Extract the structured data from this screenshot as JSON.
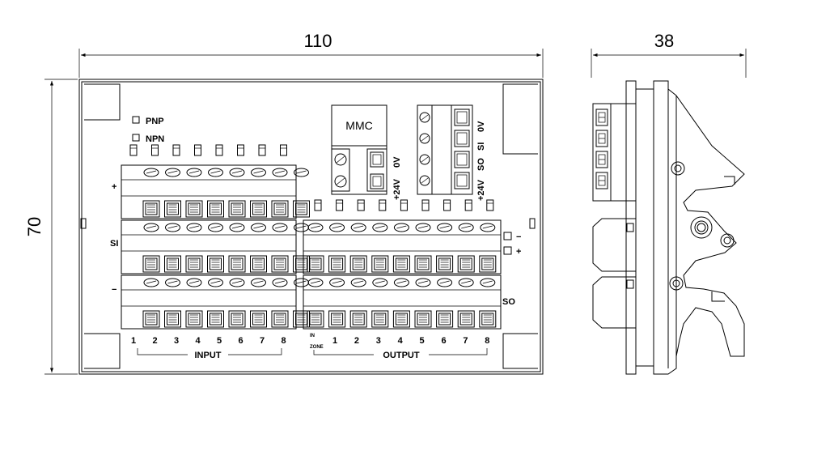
{
  "dimensions": {
    "width_label": "110",
    "height_label": "70",
    "depth_label": "38"
  },
  "front": {
    "pnp_label": "PNP",
    "npn_label": "NPN",
    "mmc_label": "MMC",
    "plus_label": "+",
    "si_label": "SI",
    "minus_label": "−",
    "so_label": "SO",
    "legend_minus": "−",
    "legend_plus": "+",
    "power_labels": [
      "+24V",
      "0V"
    ],
    "side_term_labels": [
      "0V",
      "SI",
      "SO",
      "+24V"
    ],
    "input_numbers": [
      "1",
      "2",
      "3",
      "4",
      "5",
      "6",
      "7",
      "8"
    ],
    "output_numbers": [
      "1",
      "2",
      "3",
      "4",
      "5",
      "6",
      "7",
      "8"
    ],
    "zone_in_label": "IN",
    "zone_label": "ZONE",
    "input_label": "INPUT",
    "output_label": "OUTPUT"
  }
}
